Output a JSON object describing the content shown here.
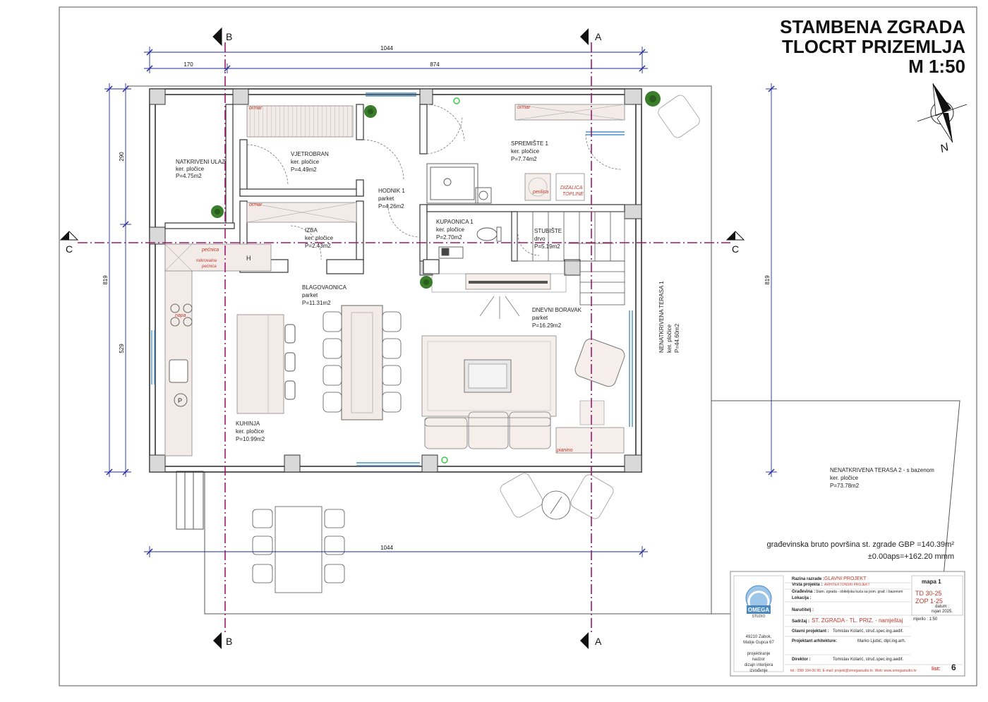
{
  "title": {
    "line1": "STAMBENA ZGRADA",
    "line2": "TLOCRT PRIZEMLJA",
    "line3": "M 1:50"
  },
  "sections": {
    "a": "A",
    "b": "B",
    "c": "C"
  },
  "dimensions": {
    "top_total": "1044",
    "top_left": "170",
    "top_right": "874",
    "left_upper": "290",
    "left_lower": "529",
    "left_total": "819",
    "right_total": "819",
    "bottom_total": "1044"
  },
  "rooms": [
    {
      "name": "NATKRIVENI ULAZ",
      "floor": "ker. pločice",
      "area": "P=4.75m2"
    },
    {
      "name": "VJETROBRAN",
      "floor": "ker. pločice",
      "area": "P=4.49m2"
    },
    {
      "name": "HODNIK 1",
      "floor": "parket",
      "area": "P=4.26m2"
    },
    {
      "name": "SPREMIŠTE 1",
      "floor": "ker. pločice",
      "area": "P=7.74m2"
    },
    {
      "name": "IZBA",
      "floor": "ker. pločice",
      "area": "P=2.43m2"
    },
    {
      "name": "KUPAONICA 1",
      "floor": "ker. pločice",
      "area": "P=2.70m2"
    },
    {
      "name": "STUBIŠTE",
      "floor": "drvo",
      "area": "P=5.19m2"
    },
    {
      "name": "BLAGOVAONICA",
      "floor": "parket",
      "area": "P=11.31m2"
    },
    {
      "name": "DNEVNI BORAVAK",
      "floor": "parket",
      "area": "P=16.29m2"
    },
    {
      "name": "KUHINJA",
      "floor": "ker. pločice",
      "area": "P=10.99m2"
    },
    {
      "name": "NENATKRIVENA TERASA 1",
      "floor": "ker. pločice",
      "area": "P=44.60m2"
    },
    {
      "name": "NENATKRIVENA TERASA 2 - s bazenom",
      "floor": "ker. pločice",
      "area": "P=73.78m2"
    }
  ],
  "labels": {
    "ormar1": "ormar",
    "ormar2": "ormar",
    "ormar3": "ormar",
    "pecnica": "pećnica",
    "mikrovalna": "mikrovalna",
    "pecnica2": "pećnica",
    "napa": "napa",
    "h": "H",
    "p": "P",
    "perilica": "perilica",
    "dizalica1": "DIZALICA",
    "dizalica2": "TOPLINE",
    "pianino": "pianino"
  },
  "summary": {
    "gbp": "građevinska bruto površina st. zgrade GBP =140.39m²",
    "level": "±0.00aps=+162.20 mmm"
  },
  "title_block": {
    "firm_name": "OMEGA",
    "firm_sub": "STUDIO",
    "address1": "49210 Zabok,",
    "address2": "Matije Gupca 67",
    "services": [
      "projektiranje",
      "nadzor",
      "dizajn interijera",
      "izvođenje"
    ],
    "razina_label": "Razina razrade :",
    "razina_value": "GLAVNI PROJEKT",
    "vrsta_label": "Vrsta projekta :",
    "vrsta_value": "ARHITEKTONSKI PROJEKT",
    "gradevina_label": "Građevina :",
    "gradevina_value": "Stam. zgrada - obiteljska kuća sa pom. građ. i bazenom",
    "lokacija_label": "Lokacija :",
    "narucitelj_label": "Naručitelj :",
    "sadrzaj_label": "Sadržaj :",
    "sadrzaj_value": "ST. ZGRADA - TL. PRIZ. - namještaj",
    "gl_projektant_label": "Glavni projektant :",
    "gl_projektant_value": "Tomislav Kolarić, struč.spec.ing.aedif.",
    "proj_arh_label": "Projektant arhitekture:",
    "proj_arh_value": "Marko Ljubić, dipl.ing.arh.",
    "direktor_label": "Direktor :",
    "direktor_value": "Tomislav Kolarić, struč.spec.ing.aedif.",
    "mapa": "mapa 1",
    "td": "TD 30-25",
    "zop": "ZOP 1-25",
    "datum_label": "datum :",
    "datum_value": "rujan 2025.",
    "mjerilo": "mjerilo : 1:50",
    "list_label": "list:",
    "list_value": "6",
    "contact": "tel.: 098/ 164 06 99, E-mail: projekt@omegastudio.hr, Web: www.omegastudio.hr"
  },
  "compass": {
    "north": "N"
  },
  "colors": {
    "wall": "#333333",
    "axis": "#9c1a6e",
    "dim": "#1f2a9c",
    "furniture": "#f1e6e2",
    "red_text": "#c0392b",
    "plant": "#3a7d2a"
  }
}
